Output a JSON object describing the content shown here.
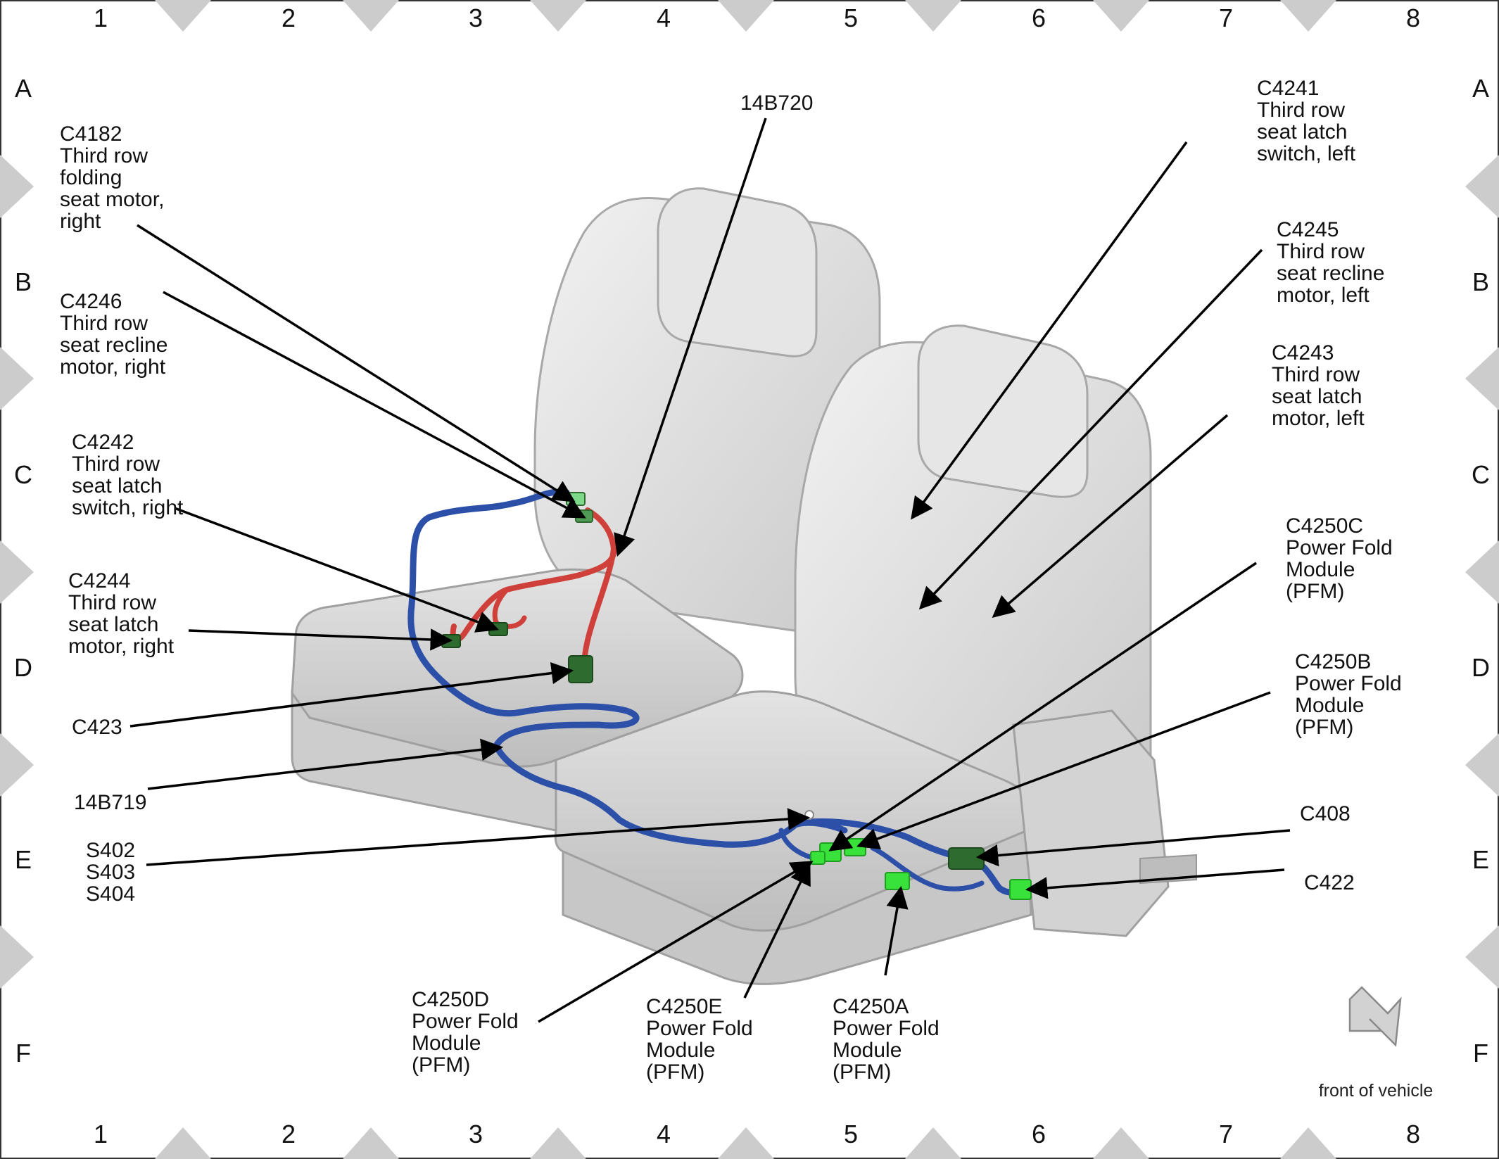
{
  "grid": {
    "columns": [
      "1",
      "2",
      "3",
      "4",
      "5",
      "6",
      "7",
      "8"
    ],
    "rows": [
      "A",
      "B",
      "C",
      "D",
      "E",
      "F"
    ]
  },
  "labels": {
    "c4182": [
      "C4182",
      "Third row",
      "folding",
      "seat motor,",
      "right"
    ],
    "c4246": [
      "C4246",
      "Third row",
      "seat recline",
      "motor, right"
    ],
    "c4242": [
      "C4242",
      "Third row",
      "seat latch",
      "switch, right"
    ],
    "c4244": [
      "C4244",
      "Third row",
      "seat latch",
      "motor, right"
    ],
    "c423": [
      "C423"
    ],
    "w14b719": [
      "14B719"
    ],
    "s40x": [
      "S402",
      "S403",
      "S404"
    ],
    "c4250d": [
      "C4250D",
      "Power Fold",
      "Module",
      "(PFM)"
    ],
    "c4250e": [
      "C4250E",
      "Power Fold",
      "Module",
      "(PFM)"
    ],
    "c4250a": [
      "C4250A",
      "Power Fold",
      "Module",
      "(PFM)"
    ],
    "w14b720": [
      "14B720"
    ],
    "c4241": [
      "C4241",
      "Third row",
      "seat latch",
      "switch, left"
    ],
    "c4245": [
      "C4245",
      "Third row",
      "seat recline",
      "motor, left"
    ],
    "c4243": [
      "C4243",
      "Third row",
      "seat latch",
      "motor, left"
    ],
    "c4250c": [
      "C4250C",
      "Power Fold",
      "Module",
      "(PFM)"
    ],
    "c4250b": [
      "C4250B",
      "Power Fold",
      "Module",
      "(PFM)"
    ],
    "c408": [
      "C408"
    ],
    "c422": [
      "C422"
    ]
  },
  "orientation": {
    "text": "front of vehicle",
    "icon": "arrow-icon"
  },
  "colors": {
    "harness_blue": "#2c4fa8",
    "harness_red": "#d0403a",
    "connector_green": "#39e23a",
    "connector_dark": "#2e6b2e",
    "seat": "#d9d9d9",
    "marker": "#cccccc"
  }
}
